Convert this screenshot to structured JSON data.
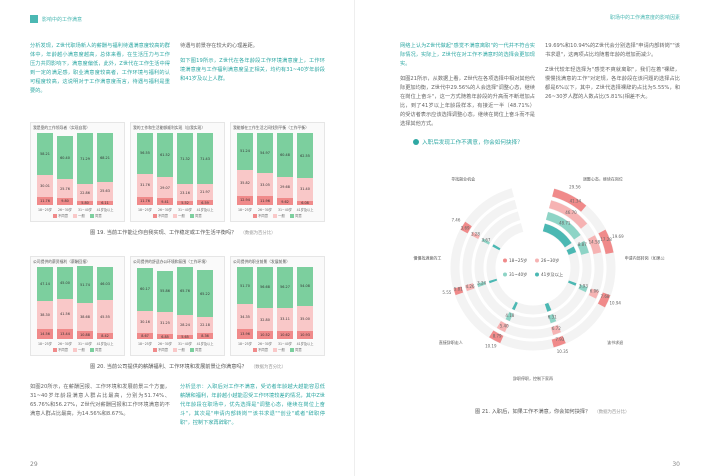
{
  "header": {
    "left_title": "影响中的工作满意",
    "right_title": "职场中的工作满意度的影响因素"
  },
  "colors": {
    "accent": "#2ea8a3",
    "green": "#7ccf9e",
    "red": "#f08a8a",
    "pink": "#f9c8c8",
    "teal": "#4bb8b3"
  },
  "left": {
    "p1": "分析发现，Z世代职场新人的薪酬与福利待遇满意度较高的群体中，年龄越小满意度越高，总体来看，在生活压力与工作压力共同影响下，满意度偏低，此外，Z世代在工作生活中得到一定的满足感，职业满意度较高者，工作环境与福利的认可程度较高，这说明对于工作满意度而言，待遇与福利是重要的。",
    "p2": "待遇与前景存在较大的心理差距。",
    "p3": "如下图19所示，Z世代在各年龄段工作环境满意度上，工作环境满意度与工作福利满意度呈正相关，均约有31~40岁年龄段和41岁及以上人群。",
    "fig19_caption": "图 19. 当前工作能让你自我实现、工作稳定或工作生活平衡吗？",
    "fig19_source": "（数据为百分比）",
    "fig20_caption": "图 20. 当前公司提供的薪酬福利、工作环境和发展前景让你满意吗？",
    "fig20_source": "（数据为百分比）",
    "p4": "如图20所示，在薪酬回报、工作环境和发展前景三个方面，31~40岁年龄段满意人群占比最高，分别为51.74%、65.76%和56.27%，Z世代对薪酬回报和工作环境满意的不满意人群占比最高，为14.56%和8.67%。",
    "p5": "分析显示：入职后对工作不满意，受访者年龄越大越能容忍低薪酬和福利，年龄越小越能忍受工作环境较差的情况，其中Z世代年龄段在职场中，优先选择是\"调整心态，继续在岗位上奋斗\"，其次是\"申请内部转岗\"\"该书求退\"\"创业\"或者\"辞职停职\"，控制下家再辞职\"。",
    "page_num": "29"
  },
  "charts_row1": [
    {
      "title": "我是靠的工作领导者（实现自我）",
      "categories": [
        "18~25岁",
        "26~30岁",
        "31~40岁",
        "41岁及以上"
      ],
      "series": [
        {
          "name": "不同意",
          "values": [
            11.76,
            9.8,
            5.8,
            6.11
          ]
        },
        {
          "name": "一般",
          "values": [
            30.01,
            25.76,
            22.86,
            25.63
          ]
        },
        {
          "name": "同意",
          "values": [
            58.21,
            60.4,
            71.29,
            68.21
          ]
        }
      ]
    },
    {
      "title": "我的工作和生活能够顺利实现（自我实现）",
      "categories": [
        "18~25岁",
        "26~30岁",
        "31~40岁",
        "41岁及以上"
      ],
      "series": [
        {
          "name": "不同意",
          "values": [
            11.76,
            9.41,
            5.52,
            6.59
          ]
        },
        {
          "name": "一般",
          "values": [
            31.76,
            29.07,
            23.16,
            21.97
          ]
        },
        {
          "name": "同意",
          "values": [
            56.55,
            61.52,
            71.32,
            71.43
          ]
        }
      ]
    },
    {
      "title": "我能够在工作生活之间找到平衡（工作平衡）",
      "categories": [
        "18~25岁",
        "26~30岁",
        "31~40岁",
        "41岁及以上"
      ],
      "series": [
        {
          "name": "不同意",
          "values": [
            12.94,
            11.96,
            9.62,
            6.08
          ]
        },
        {
          "name": "一般",
          "values": [
            35.82,
            33.05,
            29.68,
            31.4
          ]
        },
        {
          "name": "同意",
          "values": [
            51.24,
            54.97,
            60.48,
            62.55
          ]
        }
      ]
    }
  ],
  "charts_row2": [
    {
      "title": "公司提供的薪资福利（薪酬回报）",
      "categories": [
        "18~25岁",
        "26~30岁",
        "31~40岁",
        "41岁及以上"
      ],
      "series": [
        {
          "name": "不同意",
          "values": [
            14.56,
            13.44,
            10.88,
            8.42
          ]
        },
        {
          "name": "一般",
          "values": [
            38.3,
            41.56,
            38.68,
            45.55
          ]
        },
        {
          "name": "同意",
          "values": [
            47.14,
            45.0,
            51.74,
            46.03
          ]
        }
      ]
    },
    {
      "title": "公司提供的舒适办公环境和氛围（工作环境）",
      "categories": [
        "18~25岁",
        "26~30岁",
        "31~40岁",
        "41岁及以上"
      ],
      "series": [
        {
          "name": "不同意",
          "values": [
            8.67,
            6.85,
            5.65,
            8.36
          ]
        },
        {
          "name": "一般",
          "values": [
            30.16,
            31.25,
            28.24,
            22.18
          ]
        },
        {
          "name": "同意",
          "values": [
            60.17,
            55.86,
            65.76,
            65.22
          ]
        }
      ]
    },
    {
      "title": "公司提供的职业前景（发展前景）",
      "categories": [
        "18~25岁",
        "26~30岁",
        "31~40岁",
        "41岁及以上"
      ],
      "series": [
        {
          "name": "不同意",
          "values": [
            13.96,
            10.52,
            10.62,
            10.93
          ]
        },
        {
          "name": "一般",
          "values": [
            34.35,
            32.8,
            33.11,
            35.0
          ]
        },
        {
          "name": "同意",
          "values": [
            51.7,
            56.68,
            56.27,
            54.08
          ]
        }
      ]
    }
  ],
  "legend": [
    "不同意",
    "一般",
    "同意"
  ],
  "right": {
    "p1": "网络上认为Z世代做起\"感觉不满意离职\"的一代并不符合实际情况，实际上，Z世代在对工作不满意时的选择会更加现实。",
    "p2": "如图21所示，从数据上看，Z世代在各项选择中相对其他代际更加均衡，Z世代中29.56%的人会选择\"调整心态，继续在岗位上奋斗\"，这一方式随着年龄段的升高而不断增加占比，到了41岁以上年龄段样本，有接近一半（48.71%）的受访者表示应该选择调整心态，继续在岗位上奋斗而不是选择其他方式。",
    "p3": "19.69%和10.94%的Z世代会分别选择\"申请内部转岗\"\"该书求退\"，这两项占比均随着年龄的增加而减少。",
    "p4": "Z世代较年轻选择为\"感觉不爽就离职\"，我们在着\"裸辞，慢慢找满意的工作\"对定规，各年龄段在该问题的选择占比都是6%以下，其中，Z世代选择裸辞的占比为5.55%，和26~30岁人群的人数占比(5.81%)相差不大。",
    "q_title": "入职后发现工作不满意，你会如何抉择？",
    "fig21_caption": "图 21. 入职后，如果工作不满意，你会如何抉择？",
    "fig21_source": "（数据为百分比）",
    "page_num": "30"
  },
  "radial": {
    "groups": [
      "18~25岁",
      "26~30岁",
      "31~40岁",
      "41岁及以上"
    ],
    "options": [
      {
        "label": "调整心态，继续在岗位上奋斗",
        "values": [
          29.56,
          41.34,
          46.7,
          48.71
        ]
      },
      {
        "label": "申请内部转岗（如果公司允许）",
        "values": [
          19.69,
          17.28,
          14.58,
          8.87
        ]
      },
      {
        "label": "该书求退",
        "values": [
          10.94,
          7.68,
          6.06,
          3.93
        ]
      },
      {
        "label": "辞职停职，控制下家再辞职",
        "values": [
          10.35,
          7.93,
          6.72,
          6.31
        ]
      },
      {
        "label": "直接辞职走人",
        "values": [
          10.19,
          8.79,
          5.4,
          4.18
        ]
      },
      {
        "label": "裸辞，慢慢找满意的工作",
        "values": [
          5.55,
          5.81,
          4.26,
          3.24
        ]
      },
      {
        "label": "寻找副业机会",
        "values": [
          7.46,
          3.69,
          3.28,
          3.67
        ]
      }
    ],
    "labels_visible": [
      "29.56",
      "41.34",
      "46.70",
      "48.71",
      "8.87",
      "14.58",
      "17.28",
      "19.69",
      "3.93",
      "6.06",
      "7.68",
      "10.94",
      "6.31",
      "6.72",
      "7.93",
      "10.35",
      "4.18",
      "5.40",
      "8.79",
      "10.19",
      "3.24",
      "4.26",
      "5.81",
      "5.55",
      "7.46",
      "3.69",
      "3.28",
      "3.67",
      "6.53",
      "5.95",
      "9.16"
    ]
  }
}
